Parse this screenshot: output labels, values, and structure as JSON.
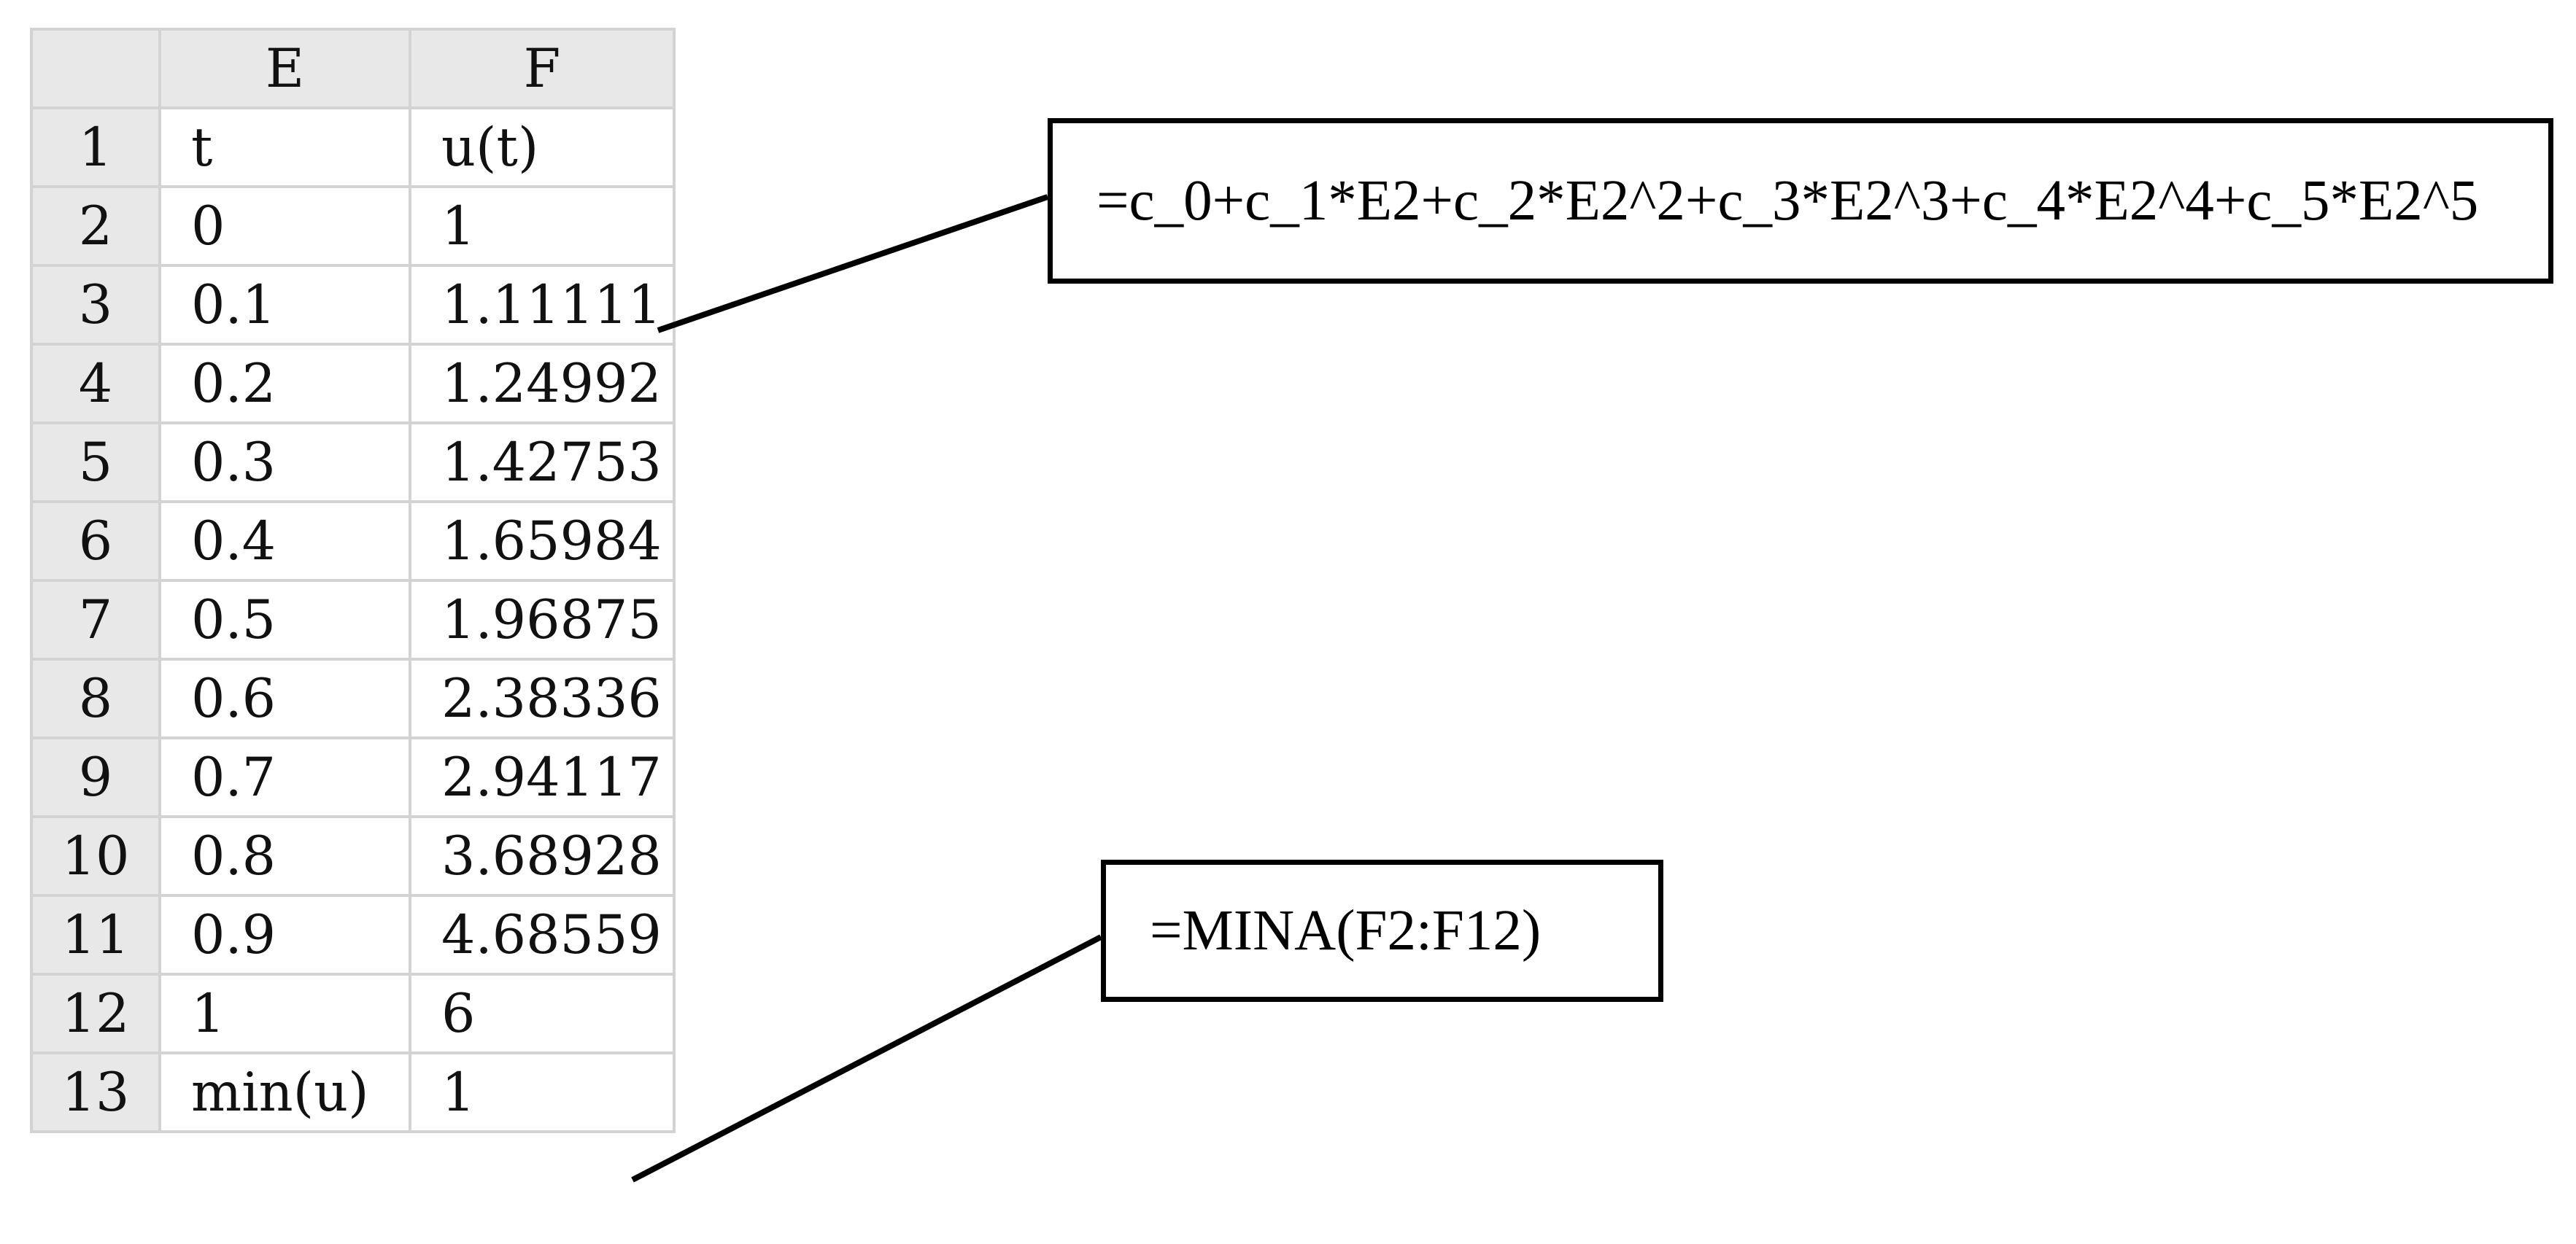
{
  "sheet": {
    "columns": [
      "E",
      "F"
    ],
    "rows": [
      {
        "num": "1",
        "E": "t",
        "F": "u(t)"
      },
      {
        "num": "2",
        "E": "0",
        "F": "1"
      },
      {
        "num": "3",
        "E": "0.1",
        "F": "1.11111"
      },
      {
        "num": "4",
        "E": "0.2",
        "F": "1.24992"
      },
      {
        "num": "5",
        "E": "0.3",
        "F": "1.42753"
      },
      {
        "num": "6",
        "E": "0.4",
        "F": "1.65984"
      },
      {
        "num": "7",
        "E": "0.5",
        "F": "1.96875"
      },
      {
        "num": "8",
        "E": "0.6",
        "F": "2.38336"
      },
      {
        "num": "9",
        "E": "0.7",
        "F": "2.94117"
      },
      {
        "num": "10",
        "E": "0.8",
        "F": "3.68928"
      },
      {
        "num": "11",
        "E": "0.9",
        "F": "4.68559"
      },
      {
        "num": "12",
        "E": "1",
        "F": "6"
      },
      {
        "num": "13",
        "E": "min(u)",
        "F": "1"
      }
    ]
  },
  "callouts": [
    {
      "formula": "=c_0+c_1*E2+c_2*E2^2+c_3*E2^3+c_4*E2^4+c_5*E2^5"
    },
    {
      "formula": "=MINA(F2:F12)"
    }
  ],
  "colors": {
    "header_fill": "#e8e8e8",
    "grid": "#d3d3d3",
    "callout_border": "#000000"
  }
}
